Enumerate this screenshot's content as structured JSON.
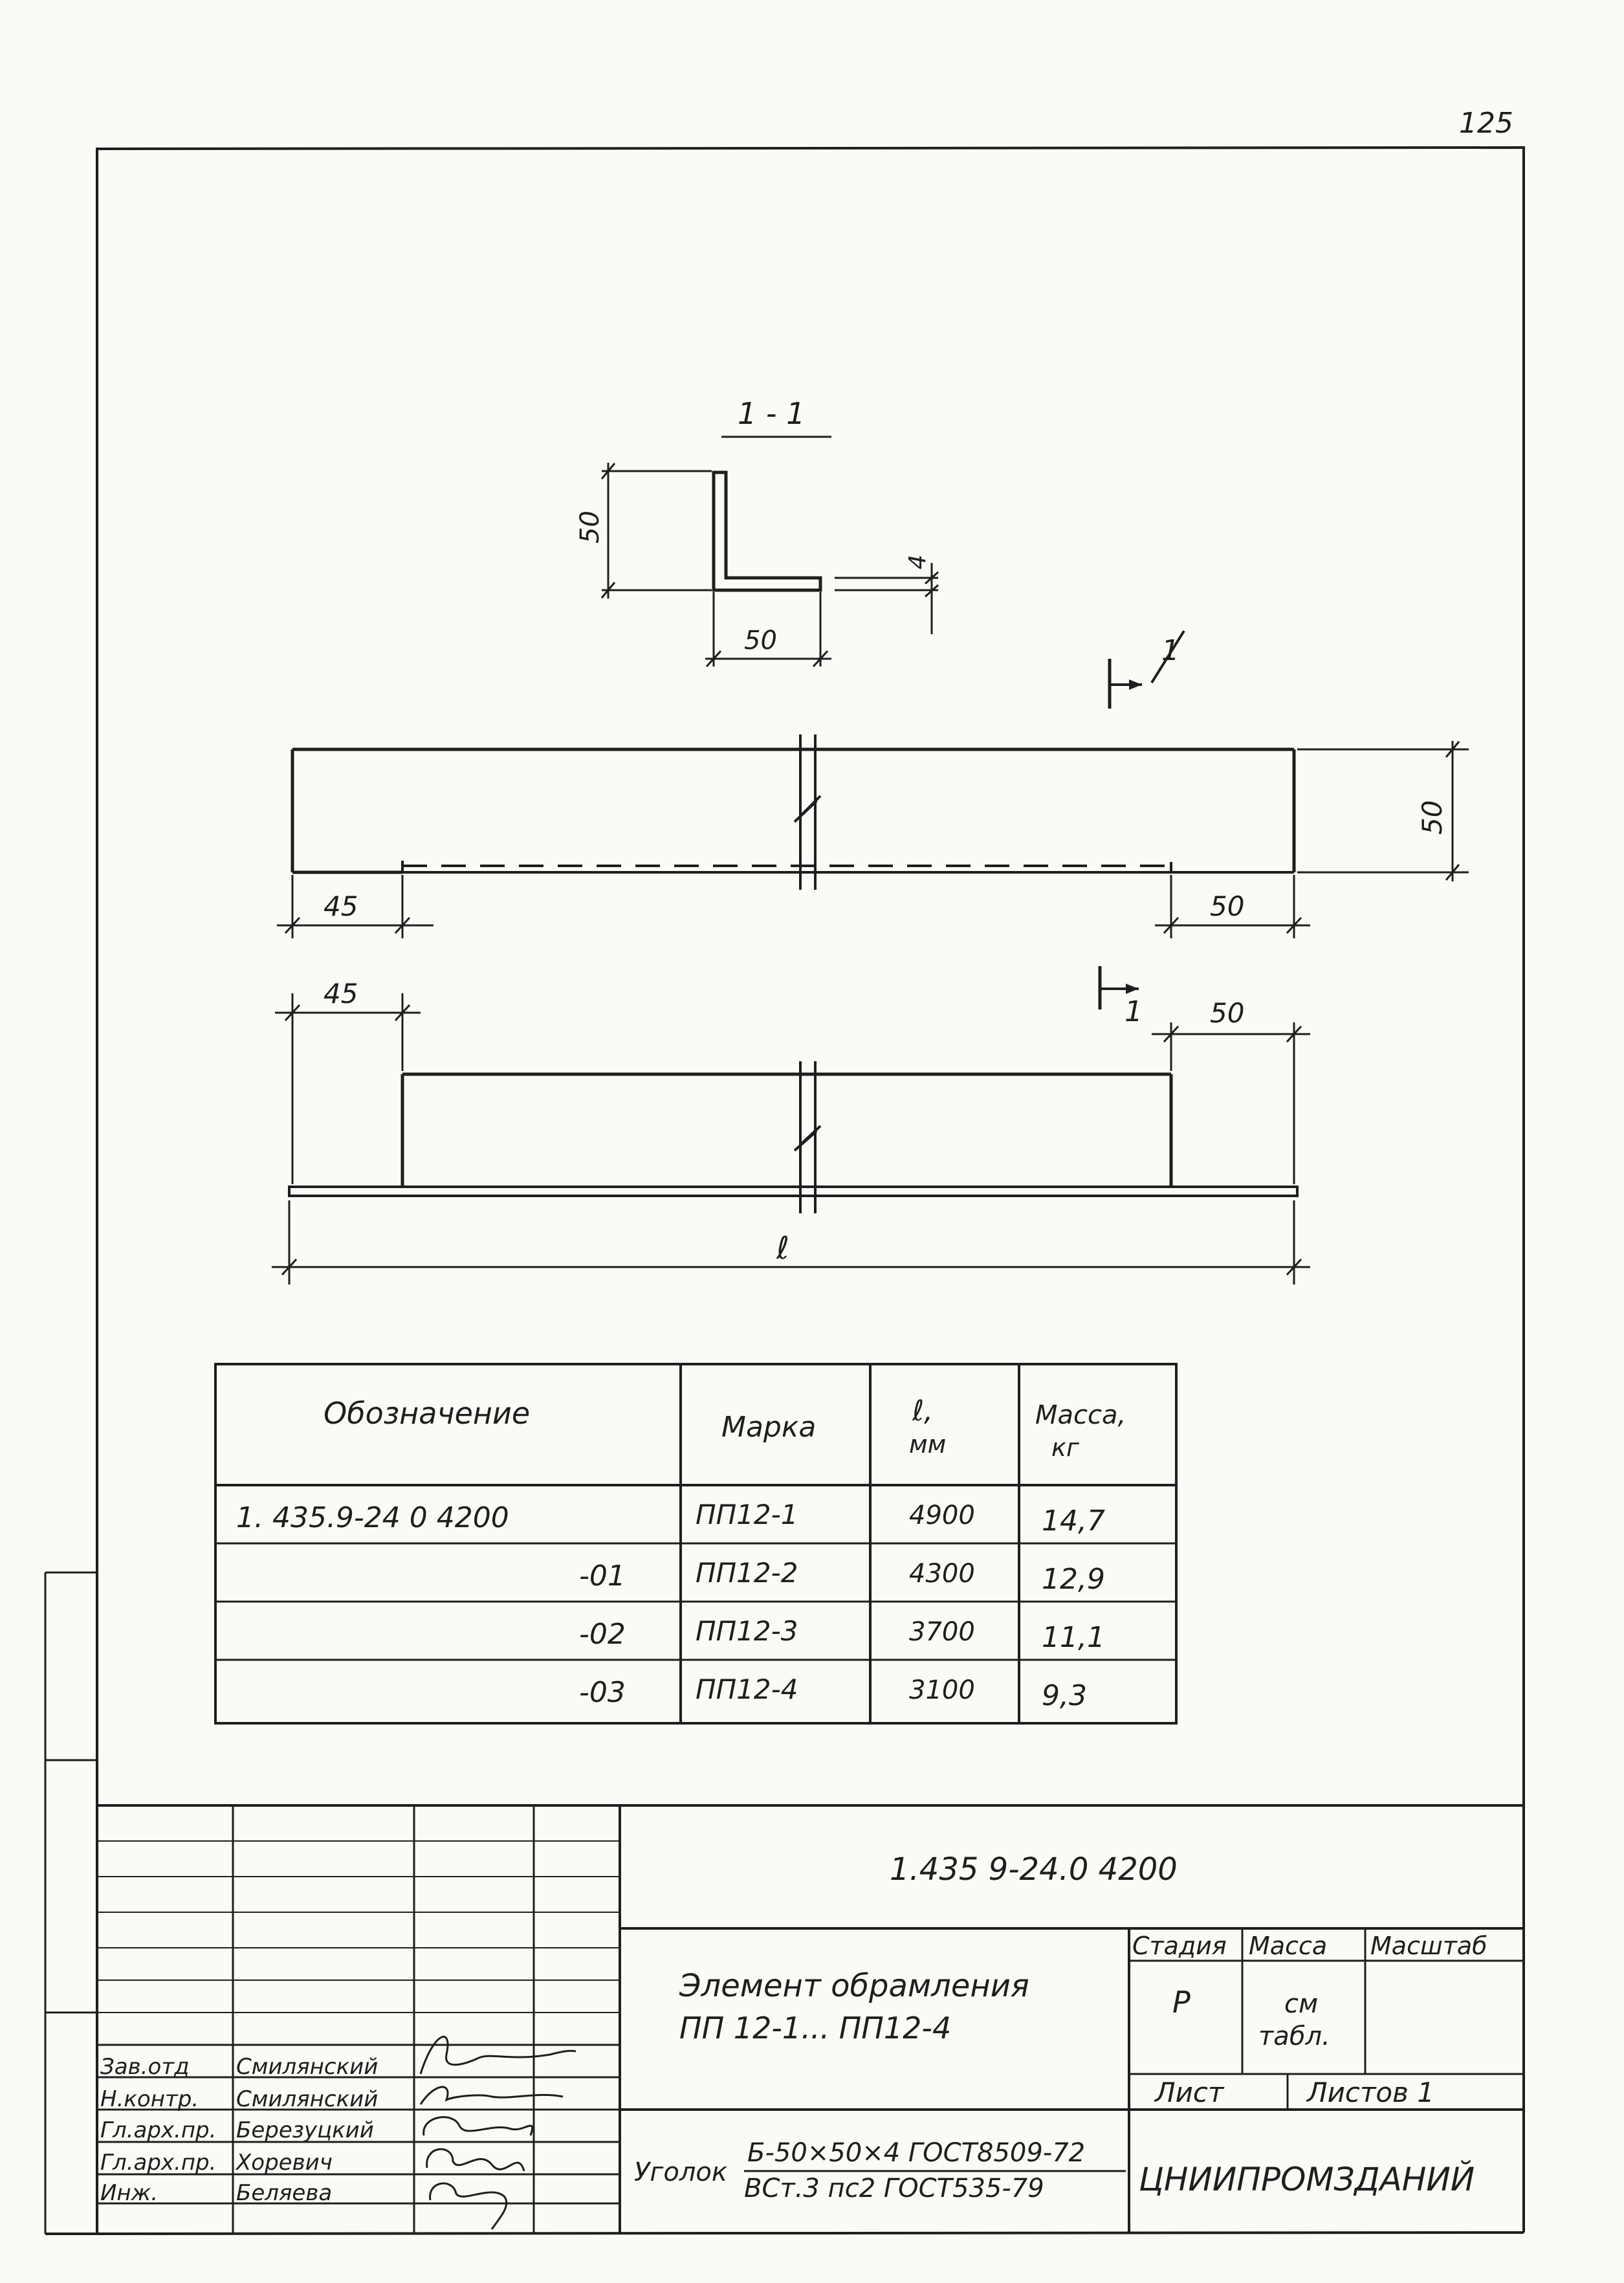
{
  "page_number": "125",
  "section_label": "1 - 1",
  "profile_dims": {
    "height": "50",
    "width": "50",
    "thickness": "4"
  },
  "section_marker": "1",
  "top_view_dims": {
    "height": "50",
    "left_offset": "45",
    "right_offset": "50"
  },
  "bottom_view_dims": {
    "left_offset": "45",
    "right_offset": "50",
    "length_symbol": "ℓ"
  },
  "spec_table": {
    "headers": {
      "designation": "Обозначение",
      "mark": "Марка",
      "length": "ℓ,",
      "length_unit": "мм",
      "mass": "Масса,",
      "mass_unit": "кг"
    },
    "rows": [
      {
        "designation": "1. 435.9-24 0 4200",
        "mark": "ПП12-1",
        "length": "4900",
        "mass": "14,7"
      },
      {
        "designation": "-01",
        "mark": "ПП12-2",
        "length": "4300",
        "mass": "12,9"
      },
      {
        "designation": "-02",
        "mark": "ПП12-3",
        "length": "3700",
        "mass": "11,1"
      },
      {
        "designation": "-03",
        "mark": "ПП12-4",
        "length": "3100",
        "mass": "9,3"
      }
    ]
  },
  "title_block": {
    "doc_code": "1.435 9-24.0  4200",
    "title_line1": "Элемент   обрамления",
    "title_line2": "ПП 12-1...  ПП12-4",
    "stage_label": "Стадия",
    "mass_label": "Масса",
    "scale_label": "Масштаб",
    "stage_value": "Р",
    "mass_value1": "см",
    "mass_value2": "табл.",
    "sheet_label": "Лист",
    "sheets_label": "Листов 1",
    "material_prefix": "Уголок",
    "material_top": "Б-50×50×4 ГОСТ8509-72",
    "material_bottom": "ВСт.3 пс2 ГОСТ535-79",
    "organization": "ЦНИИПРОМЗДАНИЙ",
    "signatures": [
      {
        "role": "Зав.отд",
        "name": "Смилянский"
      },
      {
        "role": "Н.контр.",
        "name": "Смилянский"
      },
      {
        "role": "Гл.арх.пр.",
        "name": "Березуцкий"
      },
      {
        "role": "Гл.арх.пр.",
        "name": "Хоревич"
      },
      {
        "role": "Инж.",
        "name": "Беляева"
      }
    ]
  }
}
